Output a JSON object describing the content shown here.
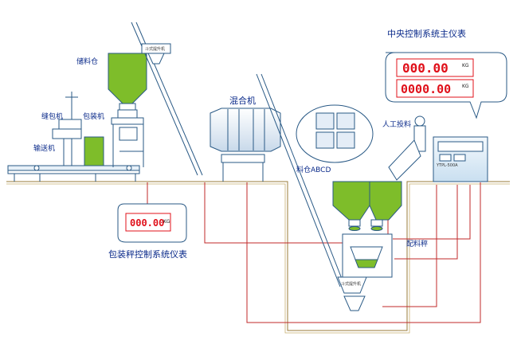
{
  "labels": {
    "storage_bin": "储料仓",
    "bucket_elevator_top": "斗式提升机",
    "sewing_machine": "缝包机",
    "packing_machine": "包装机",
    "conveyor": "输送机",
    "mixer": "混合机",
    "central_panel_title": "中央控制系统主仪表",
    "manual_feeding": "人工投料",
    "bins_abcd": "料仓ABCD",
    "batching_scale": "配料秤",
    "bucket_elevator_bottom": "斗式提升机",
    "packing_controller_title": "包装秤控制系统仪表",
    "cabinet_model": "YTPL-500A"
  },
  "central_display": {
    "row1_value": "000.00",
    "row1_unit": "KG",
    "row2_value": "0000.00",
    "row2_unit": "KG"
  },
  "packing_display": {
    "value": "000.00",
    "unit": "KG"
  },
  "colors": {
    "ground_line": "#9a7b3a",
    "pipe": "#c0282a",
    "outline": "#2a5a86",
    "material": "#7ebd2a",
    "panel_blue": "#dbeaf7",
    "led_red": "#e0101a",
    "label_blue": "#0a2a8a"
  }
}
